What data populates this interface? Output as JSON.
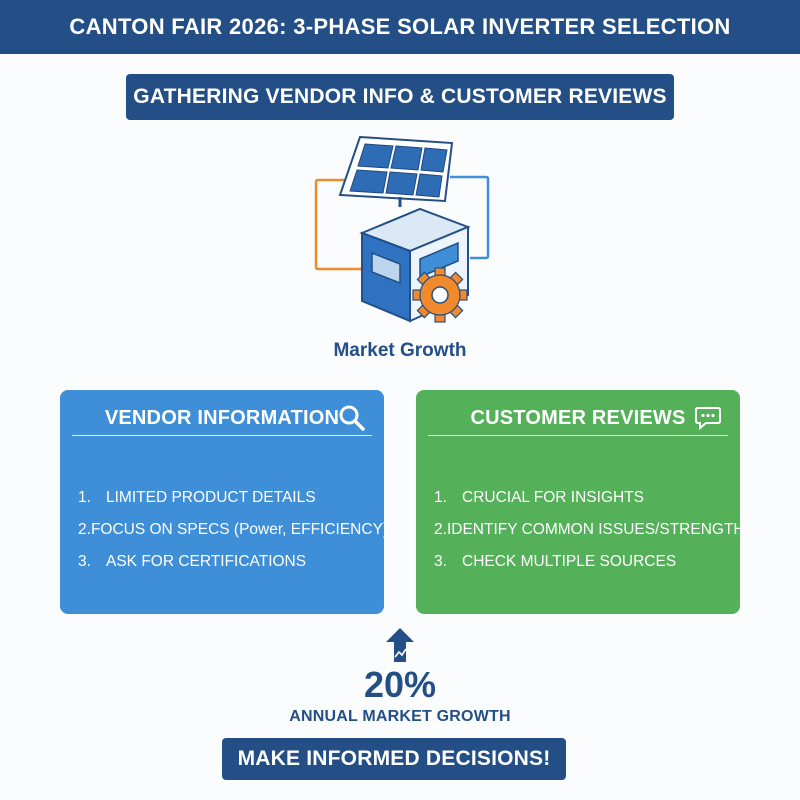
{
  "header": {
    "title": "CANTON FAIR 2026: 3-PHASE SOLAR INVERTER SELECTION"
  },
  "subtitle": {
    "label": "GATHERING VENDOR INFO & CUSTOMER REVIEWS"
  },
  "illustration": {
    "icons": [
      "solar-panel-icon",
      "inverter-icon",
      "gear-icon"
    ],
    "caption": "Market Growth"
  },
  "cards": {
    "vendor": {
      "title": "VENDOR INFORMATION",
      "icon": "magnifier-icon",
      "items": [
        {
          "num": "1.",
          "text": "LIMITED PRODUCT DETAILS"
        },
        {
          "num": "2.",
          "text": "FOCUS ON SPECS (Power, EFFICIENCY)"
        },
        {
          "num": "3.",
          "text": "ASK FOR CERTIFICATIONS"
        }
      ]
    },
    "reviews": {
      "title": "CUSTOMER REVIEWS",
      "icon": "chat-bubble-icon",
      "items": [
        {
          "num": "1.",
          "text": "CRUCIAL FOR INSIGHTS"
        },
        {
          "num": "2.",
          "text": "IDENTIFY COMMON ISSUES/STRENGTHS"
        },
        {
          "num": "3.",
          "text": "CHECK MULTIPLE SOURCES"
        }
      ]
    }
  },
  "growth": {
    "icon": "up-arrow-icon",
    "value": "20%",
    "label": "ANNUAL MARKET GROWTH"
  },
  "cta": {
    "label": "MAKE INFORMED DECISIONS!"
  },
  "colors": {
    "navy": "#234f86",
    "vendor_card": "#3e8fd8",
    "reviews_card": "#55b05a",
    "accent_orange": "#f08a2c"
  }
}
